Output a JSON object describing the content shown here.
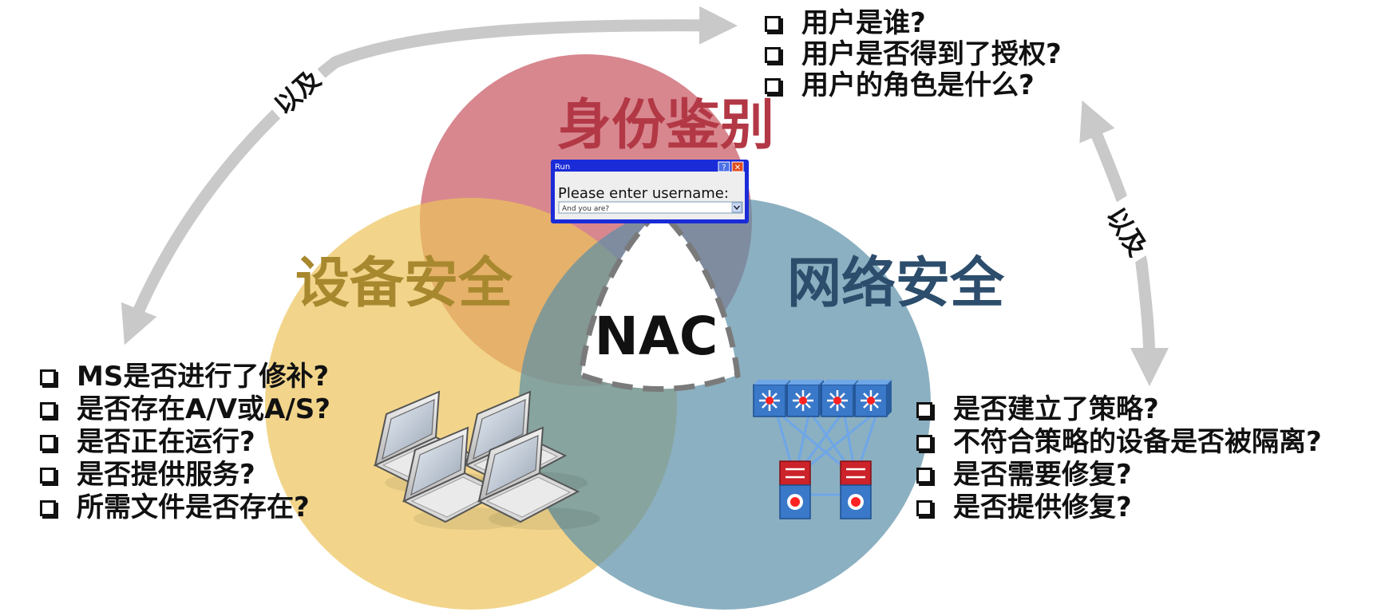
{
  "venn": {
    "identity": {
      "label": "身份鉴别",
      "color": "#c8545f"
    },
    "device": {
      "label": "设备安全",
      "color": "#ecc35a"
    },
    "network": {
      "label": "网络安全",
      "color": "#5a8fa7"
    },
    "center": "NAC"
  },
  "arrows": {
    "left_label": "以及",
    "right_label": "以及"
  },
  "run_dialog": {
    "title": "Run",
    "prompt": "Please enter username:",
    "input_value": "And you are?"
  },
  "identity_questions": [
    "用户是谁?",
    "用户是否得到了授权?",
    "用户的角色是什么?"
  ],
  "device_questions": [
    "MS是否进行了修补?",
    "是否存在A/V或A/S?",
    "是否正在运行?",
    "是否提供服务?",
    "所需文件是否存在?"
  ],
  "network_questions": [
    "是否建立了策略?",
    "不符合策略的设备是否被隔离?",
    "是否需要修复?",
    "是否提供修复?"
  ]
}
